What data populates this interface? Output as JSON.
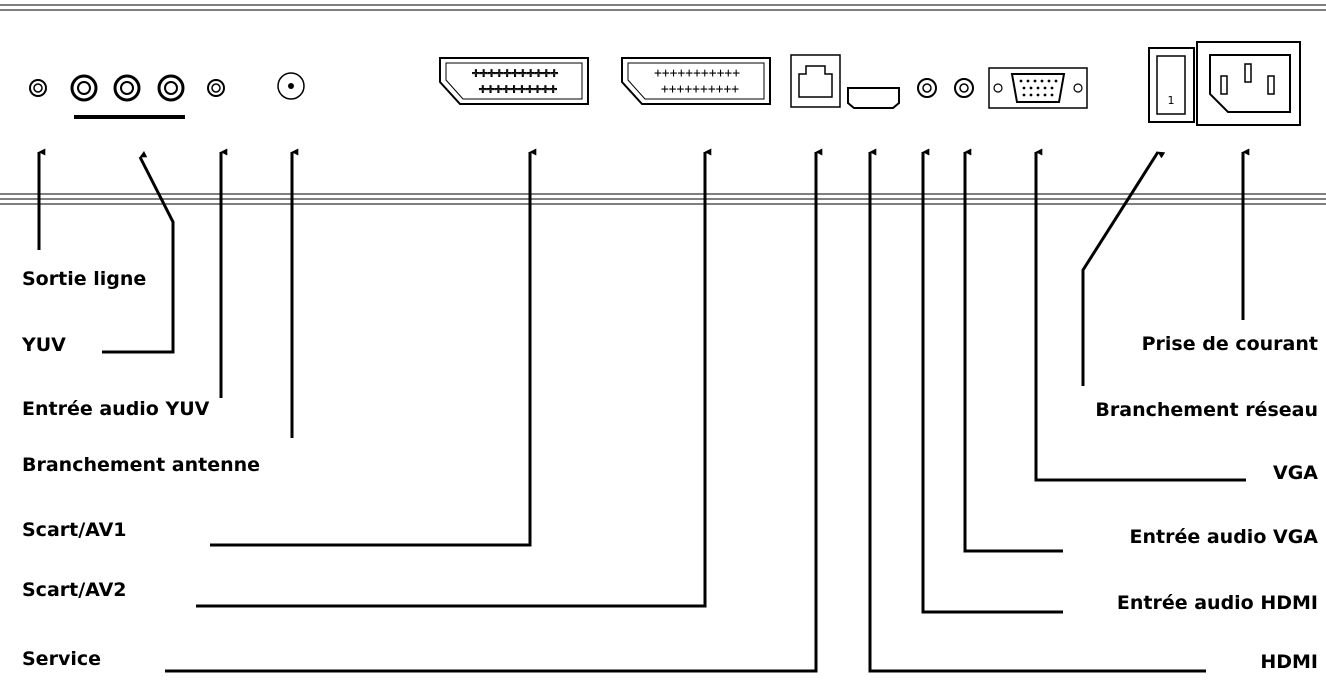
{
  "colors": {
    "line": "#000000",
    "panel_line": "#555555",
    "background": "#ffffff"
  },
  "labels_left": [
    {
      "id": "sortie-ligne",
      "text": "Sortie ligne",
      "connector": "sortie-ligne-jack"
    },
    {
      "id": "yuv",
      "text": "YUV",
      "connector": "yuv-jacks"
    },
    {
      "id": "entree-audio-yuv",
      "text": "Entrée audio YUV",
      "connector": "audio-yuv-jack"
    },
    {
      "id": "branchement-antenne",
      "text": "Branchement antenne",
      "connector": "antenna-port"
    },
    {
      "id": "scart-av1",
      "text": "Scart/AV1",
      "connector": "scart-av1-port"
    },
    {
      "id": "scart-av2",
      "text": "Scart/AV2",
      "connector": "scart-av2-port"
    },
    {
      "id": "service",
      "text": "Service",
      "connector": "service-port"
    }
  ],
  "labels_right": [
    {
      "id": "prise-de-courant",
      "text": "Prise de courant",
      "connector": "power-socket"
    },
    {
      "id": "branchement-reseau",
      "text": "Branchement réseau",
      "connector": "power-switch"
    },
    {
      "id": "vga",
      "text": "VGA",
      "connector": "vga-port"
    },
    {
      "id": "entree-audio-vga",
      "text": "Entrée audio VGA",
      "connector": "audio-vga-jack"
    },
    {
      "id": "entree-audio-hdmi",
      "text": "Entrée audio HDMI",
      "connector": "audio-hdmi-jack"
    },
    {
      "id": "hdmi",
      "text": "HDMI",
      "connector": "hdmi-port"
    }
  ],
  "switch_marking": "1"
}
